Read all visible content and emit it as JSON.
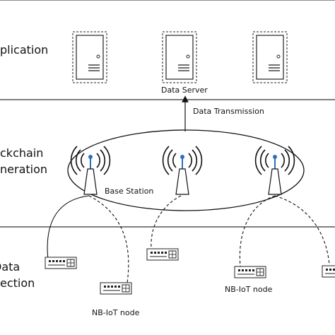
{
  "layers": {
    "application": "plication",
    "blockchain_line1": "ckchain",
    "blockchain_line2": "neration",
    "data_line1": "Data",
    "data_line2": "ection"
  },
  "labels": {
    "data_server": "Data Server",
    "data_transmission": "Data Transmission",
    "base_station": "Base Station",
    "nbiot_node_1": "NB-IoT node",
    "nbiot_node_2": "NB-IoT node"
  },
  "colors": {
    "line": "#111111",
    "antenna_tip": "#2a6fbf"
  }
}
